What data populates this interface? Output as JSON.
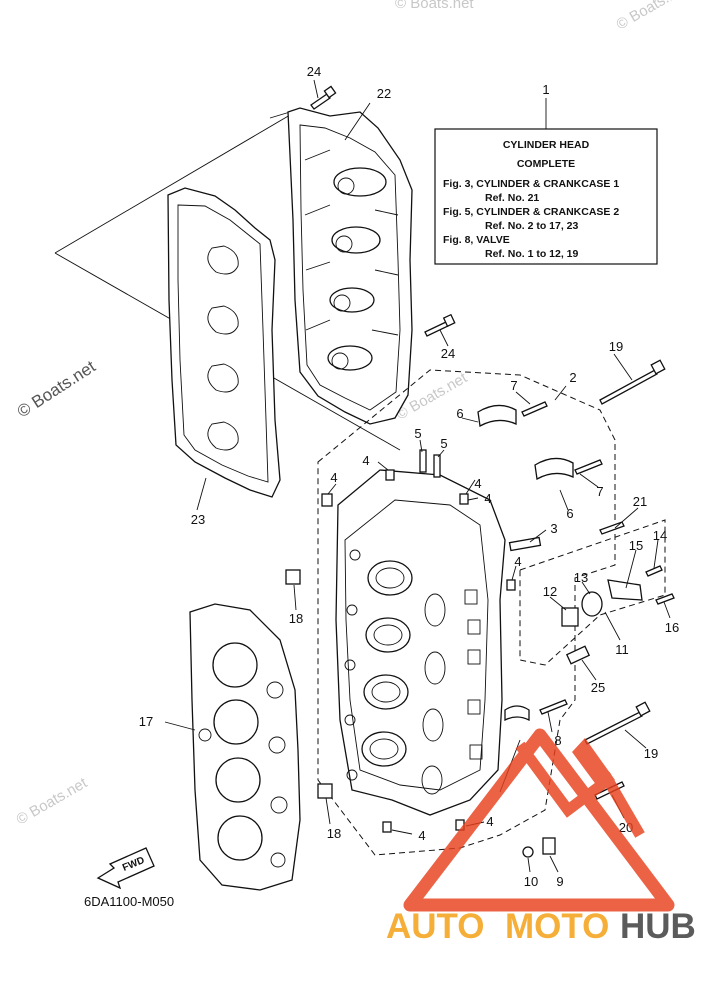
{
  "diagram": {
    "info_box": {
      "ref_number": "1",
      "lines": [
        "CYLINDER HEAD",
        "COMPLETE",
        "Fig. 3, CYLINDER & CRANKCASE 1",
        "Ref. No. 21",
        "Fig. 5, CYLINDER & CRANKCASE 2",
        "Ref. No. 2 to 17, 23",
        "Fig. 8, VALVE",
        "Ref. No. 1 to 12, 19"
      ]
    },
    "callouts": {
      "c24a": "24",
      "c22": "22",
      "c24b": "24",
      "c19a": "19",
      "c2": "2",
      "c7a": "7",
      "c6a": "6",
      "c5a": "5",
      "c5b": "5",
      "c4a": "4",
      "c4b": "4",
      "c4c": "4",
      "c7b": "7",
      "c6b": "6",
      "c21": "21",
      "c3": "3",
      "c4d": "4",
      "c15": "15",
      "c14": "14",
      "c13": "13",
      "c12": "12",
      "c16": "16",
      "c11": "11",
      "c25": "25",
      "c18a": "18",
      "c17": "17",
      "c8": "8",
      "c19b": "19",
      "c20": "20",
      "c18b": "18",
      "c4e": "4",
      "c4f": "4",
      "c10": "10",
      "c9": "9",
      "c23": "23"
    },
    "fwd_label": "FWD",
    "diagram_code": "6DA1100-M050"
  },
  "watermarks": {
    "copyright": "© Boats.net",
    "brand_auto": "AUTO",
    "brand_moto": "MOTO",
    "brand_hub": "HUB"
  },
  "colors": {
    "line": "#111111",
    "brand_orange": "#f5a623",
    "brand_gray": "#4a4a4a",
    "logo_red": "#e8401c"
  }
}
